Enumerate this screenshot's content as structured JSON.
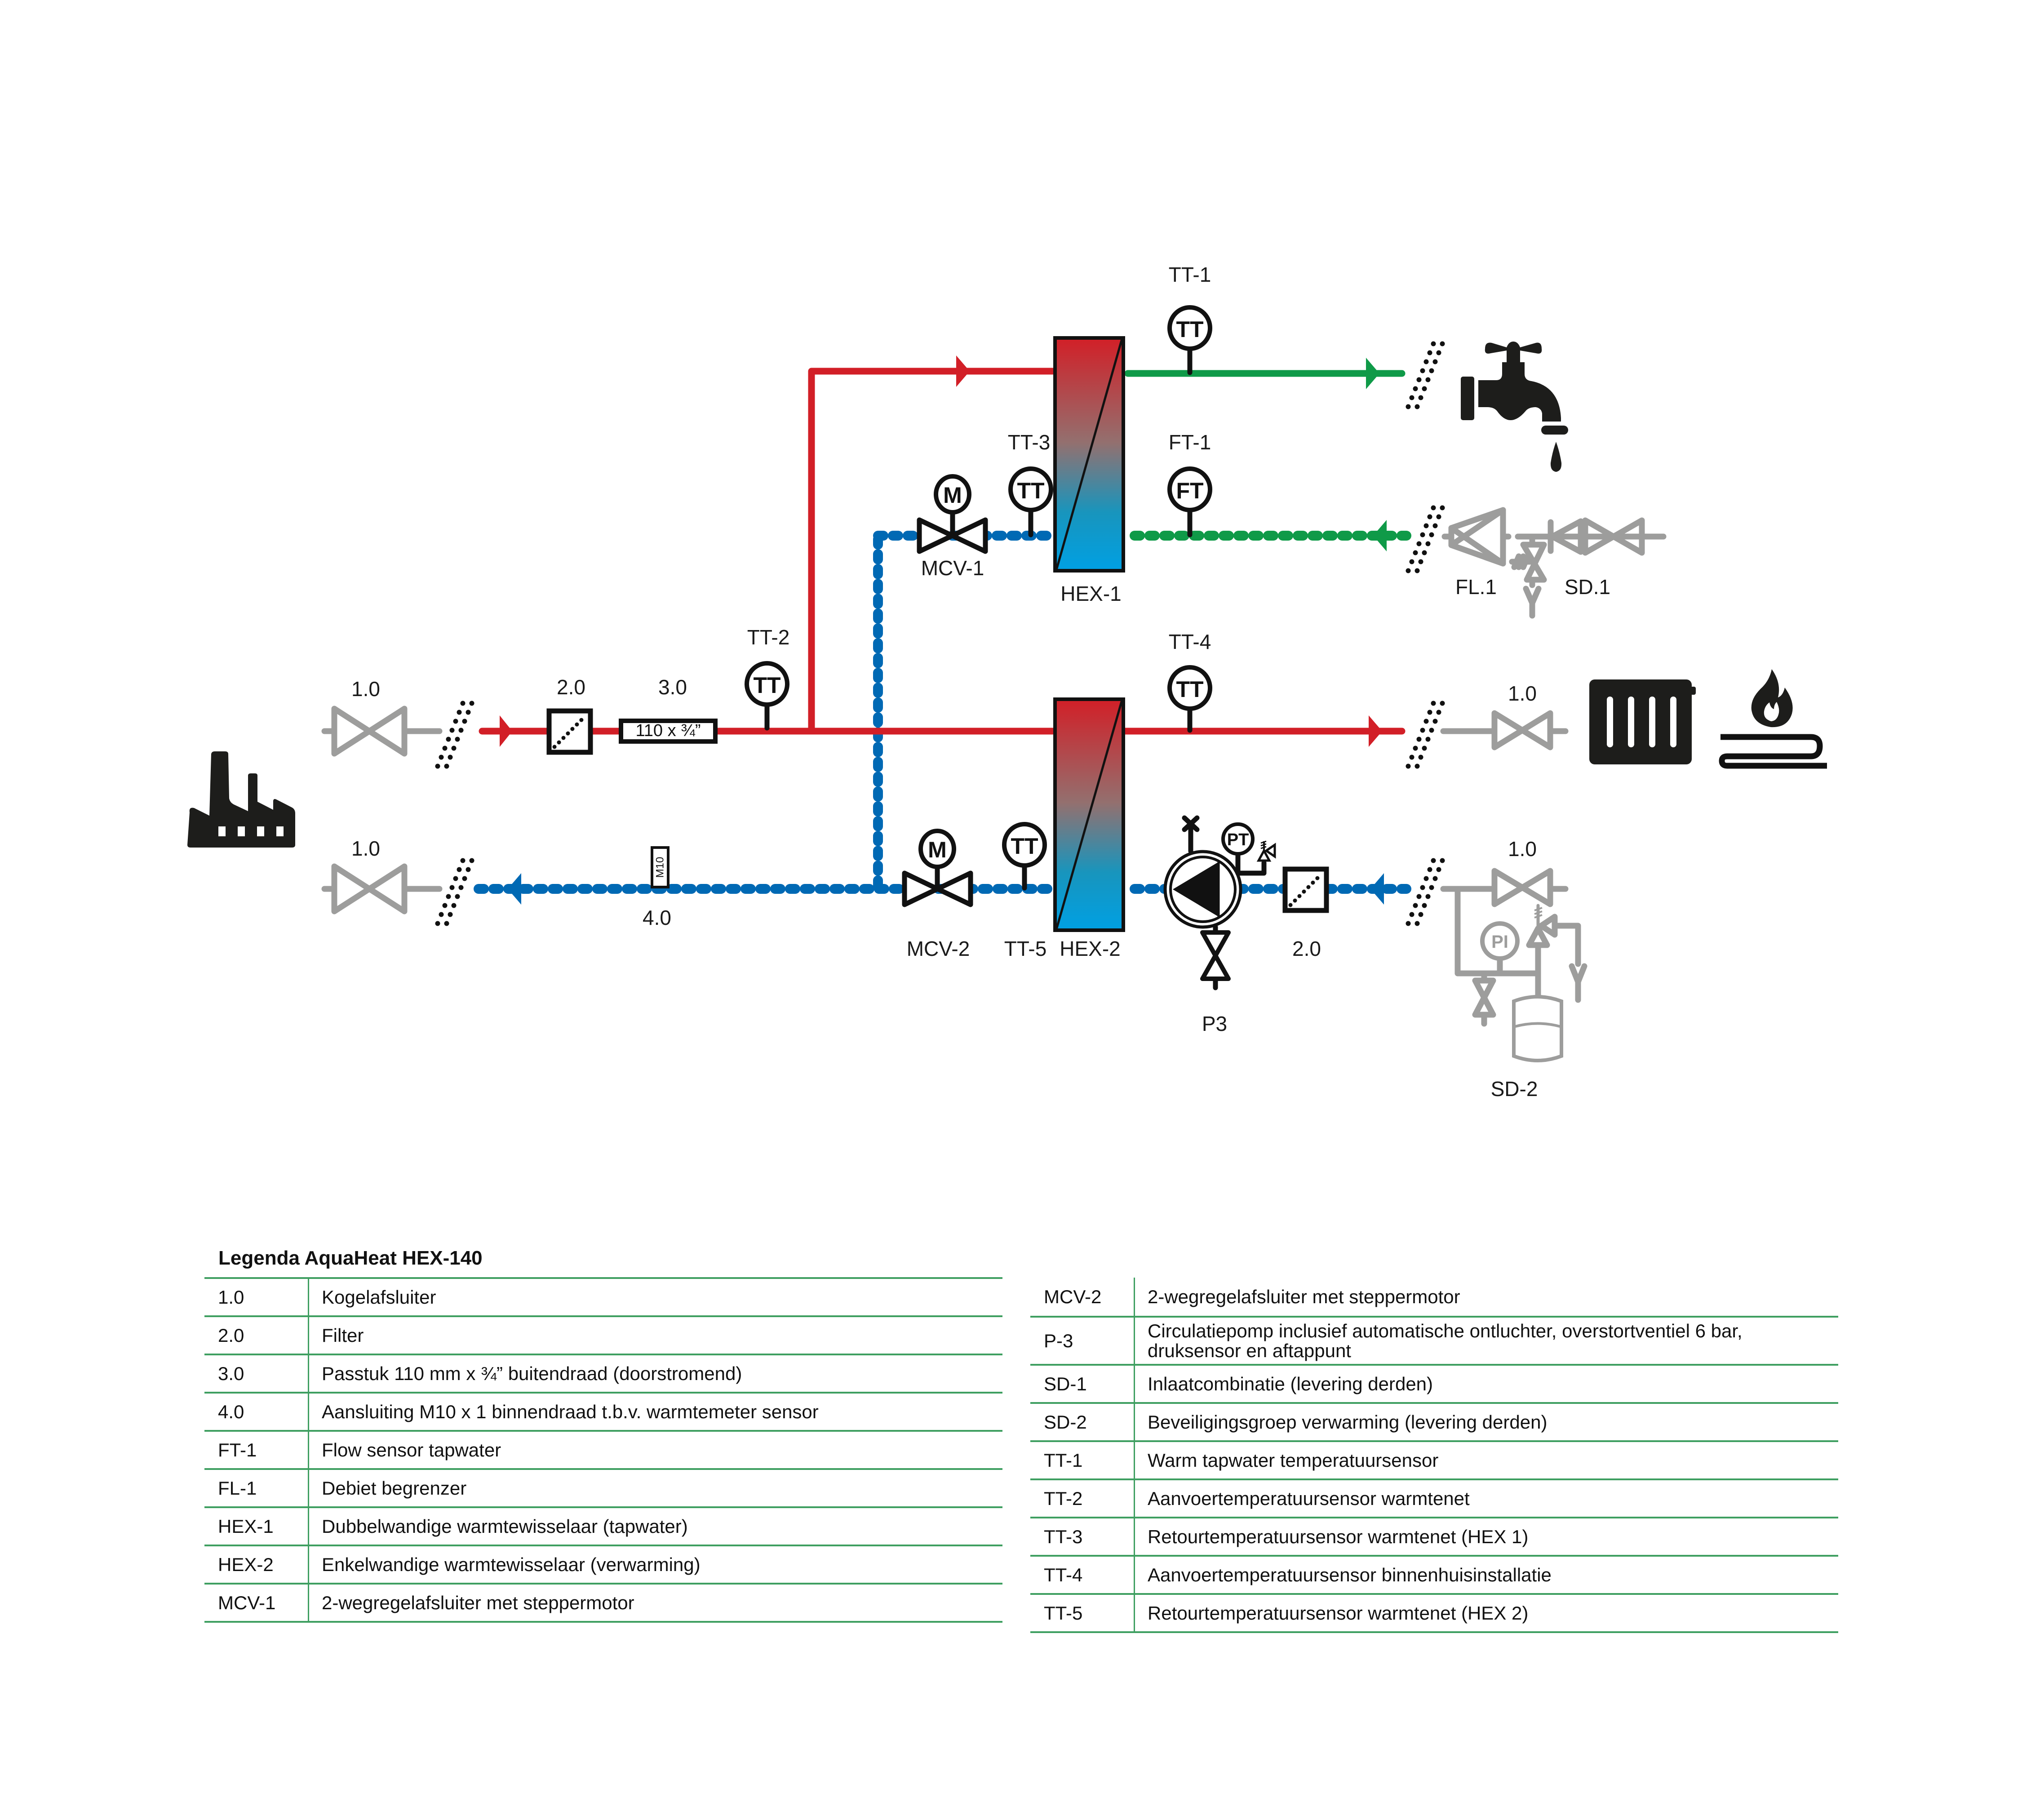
{
  "diagram": {
    "colors": {
      "supply_hot": "#d21f27",
      "return": "#0069b4",
      "tapwater": "#0f9a48",
      "third_party": "#9d9d9c",
      "symbol": "#111111",
      "legend_rule": "#3f9f61"
    },
    "labels": {
      "valve_in_supply": "1.0",
      "valve_in_return": "1.0",
      "filter_primary": "2.0",
      "fitting": "3.0",
      "fitting_text": "110 x ¾”",
      "tt2": "TT-2",
      "tt1": "TT-1",
      "tt3": "TT-3",
      "ft1": "FT-1",
      "tt4": "TT-4",
      "tt5": "TT-5",
      "mcv1": "MCV-1",
      "mcv2": "MCV-2",
      "hex1": "HEX-1",
      "hex2": "HEX-2",
      "fl1": "FL.1",
      "sd1": "SD.1",
      "sd2": "SD-2",
      "p3": "P3",
      "filter_secondary": "2.0",
      "valve_out_supply": "1.0",
      "valve_out_return": "1.0",
      "m10": "M10",
      "heat_meter_conn": "4.0"
    },
    "instruments": {
      "tt": "TT",
      "ft": "FT",
      "m": "M",
      "pt": "PT",
      "pi": "PI"
    },
    "icons": [
      "factory-icon",
      "tap-icon",
      "radiator-icon",
      "floor-heating-icon"
    ]
  },
  "legend": {
    "title": "Legenda AquaHeat HEX-140",
    "left": [
      {
        "code": "1.0",
        "desc": "Kogelafsluiter"
      },
      {
        "code": "2.0",
        "desc": "Filter"
      },
      {
        "code": "3.0",
        "desc": "Passtuk 110 mm x ¾” buitendraad (doorstromend)"
      },
      {
        "code": "4.0",
        "desc": "Aansluiting M10 x 1 binnendraad t.b.v. warmtemeter sensor"
      },
      {
        "code": "FT-1",
        "desc": "Flow sensor tapwater"
      },
      {
        "code": "FL-1",
        "desc": "Debiet begrenzer"
      },
      {
        "code": "HEX-1",
        "desc": "Dubbelwandige warmtewisselaar (tapwater)"
      },
      {
        "code": "HEX-2",
        "desc": "Enkelwandige warmtewisselaar (verwarming)"
      },
      {
        "code": "MCV-1",
        "desc": "2-wegregelafsluiter met steppermotor"
      }
    ],
    "right": [
      {
        "code": "MCV-2",
        "desc": "2-wegregelafsluiter met steppermotor"
      },
      {
        "code": "P-3",
        "desc": "Circulatiepomp inclusief automatische ontluchter, overstortventiel 6 bar, druksensor en aftappunt"
      },
      {
        "code": "SD-1",
        "desc": "Inlaatcombinatie (levering derden)"
      },
      {
        "code": "SD-2",
        "desc": "Beveiligingsgroep verwarming (levering derden)"
      },
      {
        "code": "TT-1",
        "desc": "Warm tapwater temperatuursensor"
      },
      {
        "code": "TT-2",
        "desc": "Aanvoertemperatuursensor warmtenet"
      },
      {
        "code": "TT-3",
        "desc": "Retourtemperatuursensor warmtenet (HEX 1)"
      },
      {
        "code": "TT-4",
        "desc": "Aanvoertemperatuursensor binnenhuisinstallatie"
      },
      {
        "code": "TT-5",
        "desc": "Retourtemperatuursensor warmtenet (HEX 2)"
      }
    ]
  }
}
